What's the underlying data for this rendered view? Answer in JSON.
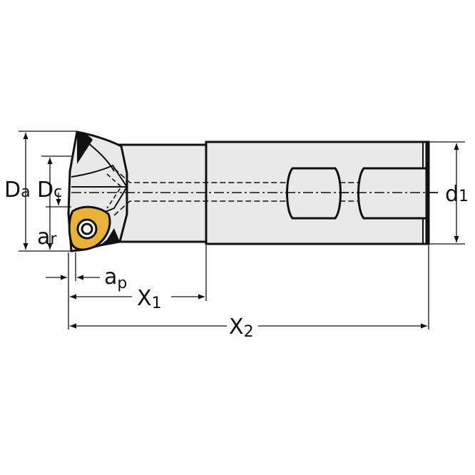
{
  "colors": {
    "body_fill": "#e9e9e9",
    "outline": "#111111",
    "insert_fill": "#e8b23a",
    "background": "#ffffff"
  },
  "labels": {
    "Da": {
      "main": "D",
      "sub": "a"
    },
    "Dc": {
      "main": "D",
      "sub": "c"
    },
    "ar": {
      "main": "a",
      "sub": "r"
    },
    "ap": {
      "main": "a",
      "sub": "p"
    },
    "X1": {
      "main": "X",
      "sub": "1"
    },
    "X2": {
      "main": "X",
      "sub": "2"
    },
    "d1": {
      "main": "d",
      "sub": "1"
    }
  }
}
